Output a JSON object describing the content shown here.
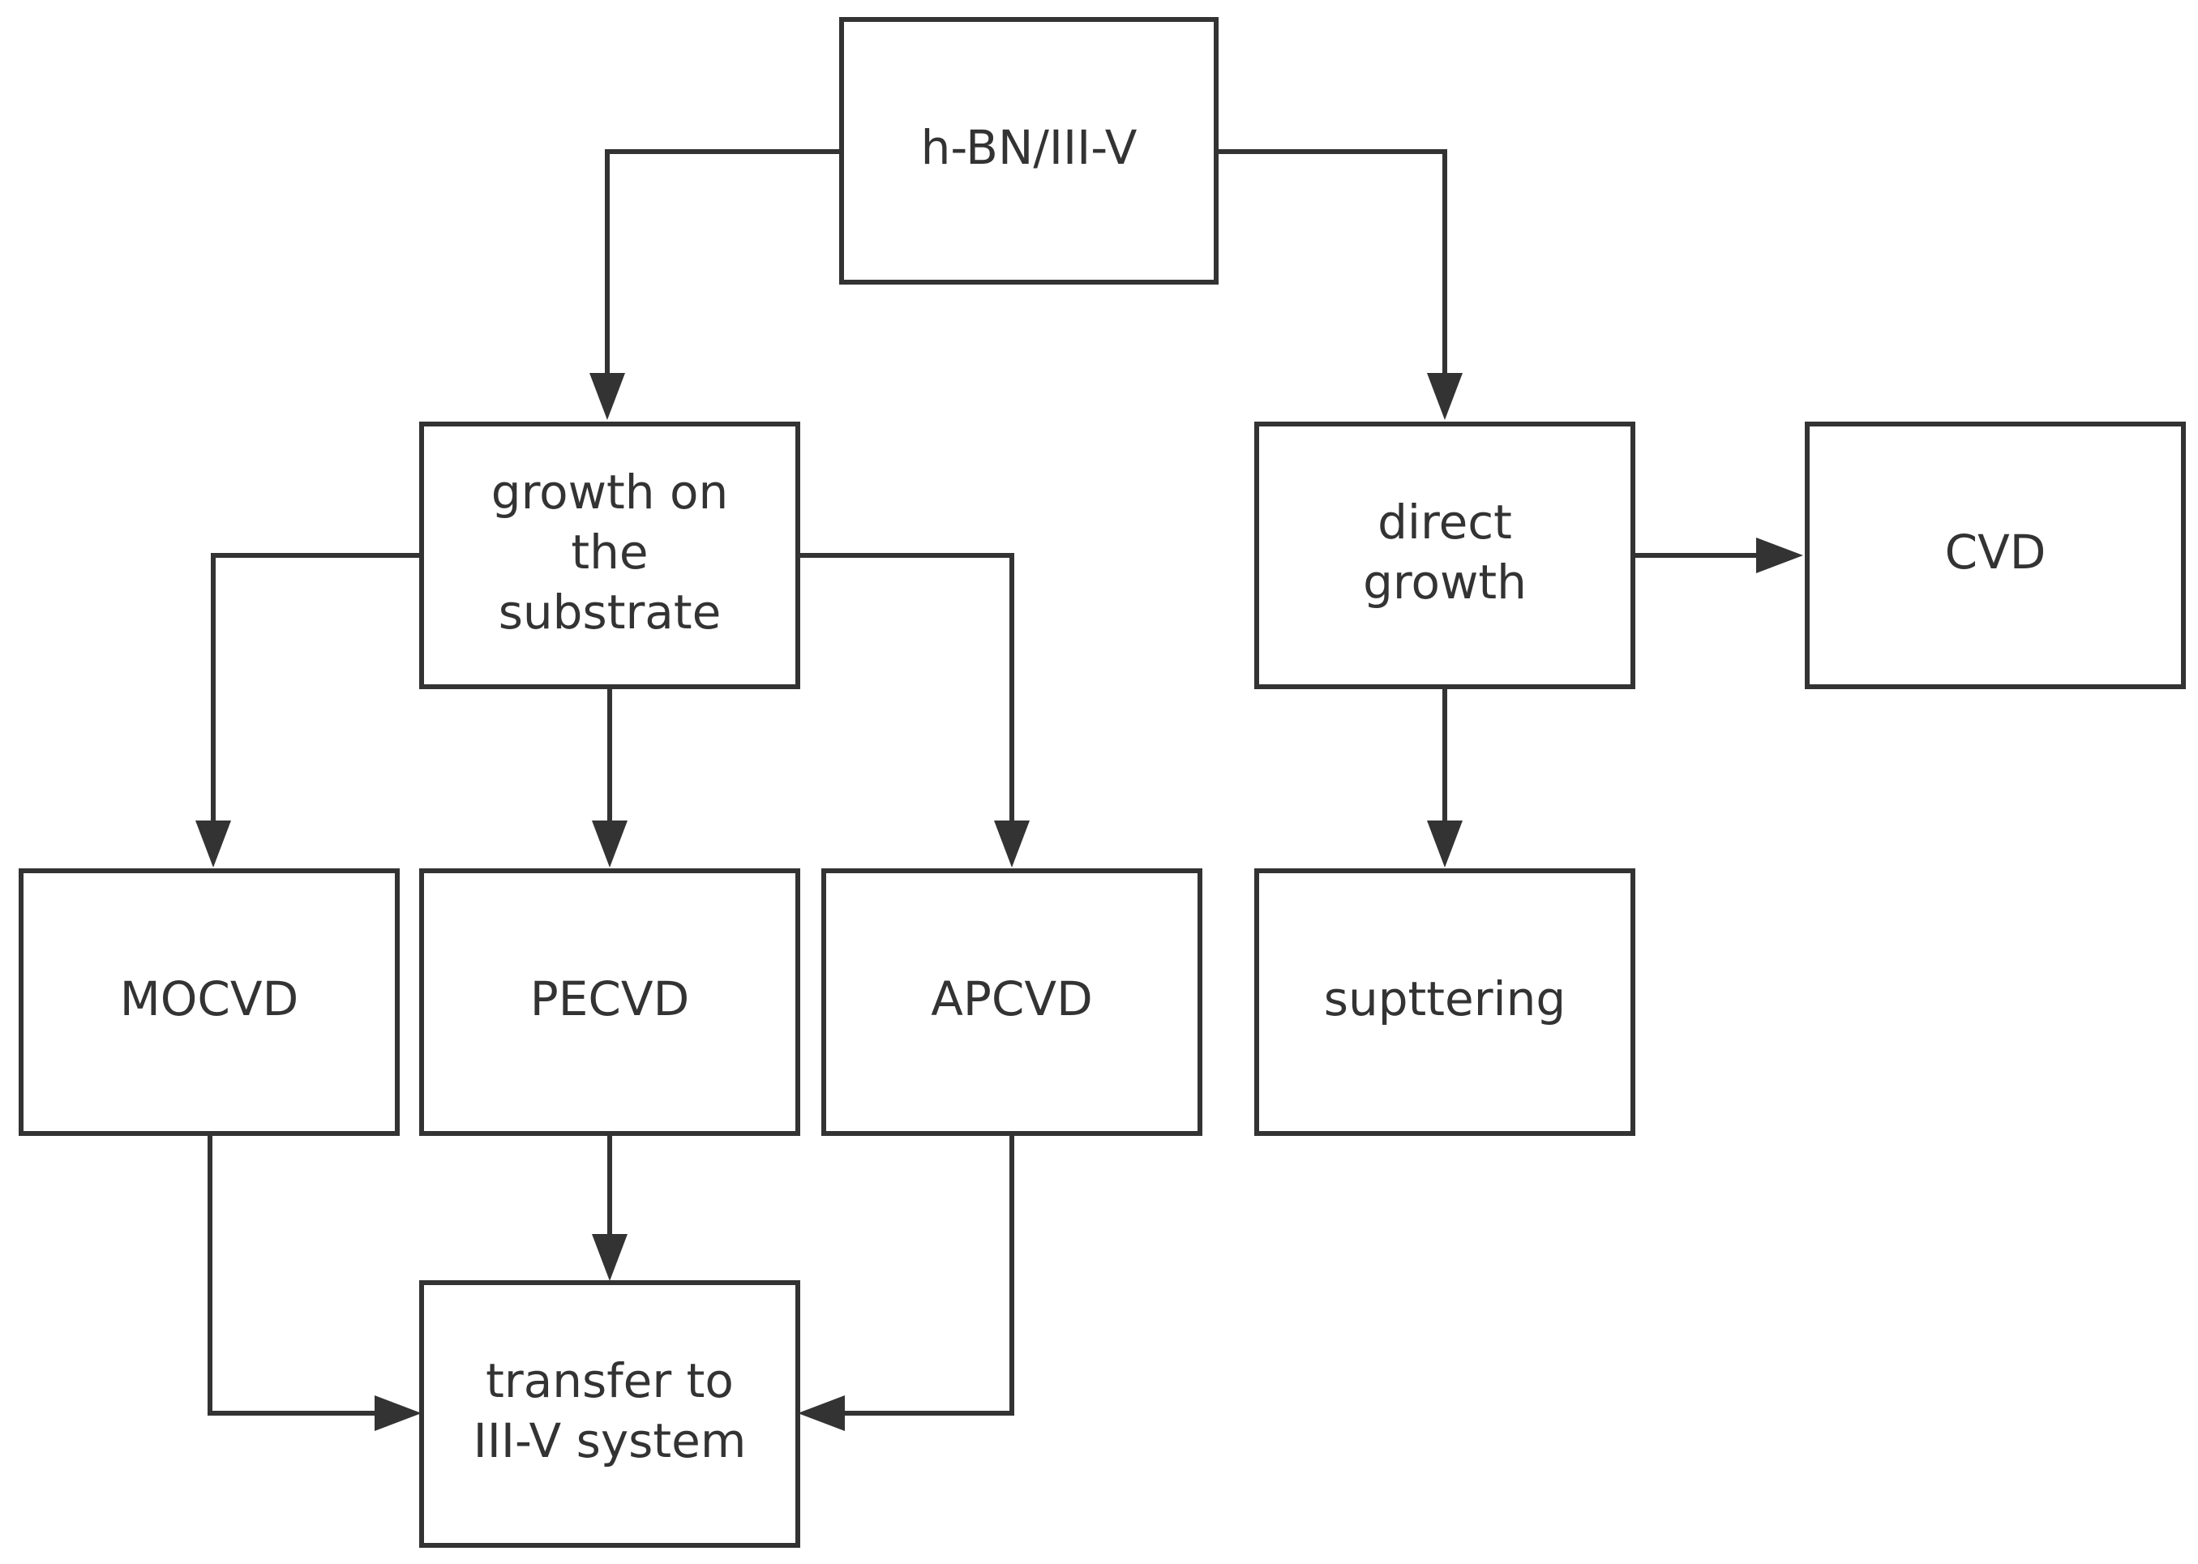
{
  "nodes": {
    "root": {
      "lines": [
        "h-BN/III-V"
      ]
    },
    "growth_substrate": {
      "lines": [
        "growth on",
        "the",
        "substrate"
      ]
    },
    "direct_growth": {
      "lines": [
        "direct",
        "growth"
      ]
    },
    "cvd": {
      "lines": [
        "CVD"
      ]
    },
    "mocvd": {
      "lines": [
        "MOCVD"
      ]
    },
    "pecvd": {
      "lines": [
        "PECVD"
      ]
    },
    "apcvd": {
      "lines": [
        "APCVD"
      ]
    },
    "sputtering": {
      "lines": [
        "supttering"
      ]
    },
    "transfer": {
      "lines": [
        "transfer to",
        "III-V system"
      ]
    }
  },
  "edges": [
    {
      "from": "root",
      "to": "growth_substrate"
    },
    {
      "from": "root",
      "to": "direct_growth"
    },
    {
      "from": "growth_substrate",
      "to": "mocvd"
    },
    {
      "from": "growth_substrate",
      "to": "pecvd"
    },
    {
      "from": "growth_substrate",
      "to": "apcvd"
    },
    {
      "from": "direct_growth",
      "to": "cvd"
    },
    {
      "from": "direct_growth",
      "to": "sputtering"
    },
    {
      "from": "mocvd",
      "to": "transfer"
    },
    {
      "from": "pecvd",
      "to": "transfer"
    },
    {
      "from": "apcvd",
      "to": "transfer"
    }
  ],
  "colors": {
    "stroke": "#333333",
    "text": "#333333",
    "background": "#ffffff"
  }
}
